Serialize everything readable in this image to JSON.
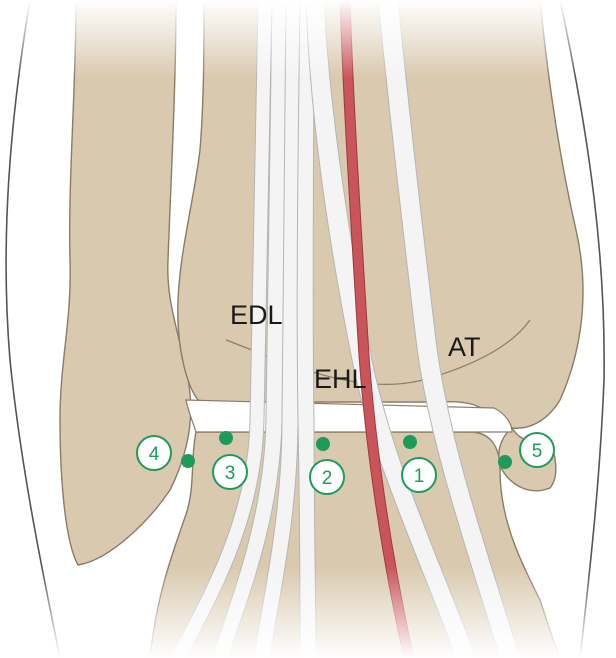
{
  "diagram": {
    "labels": {
      "edl": "EDL",
      "ehl": "EHL",
      "at": "AT"
    },
    "portals": [
      {
        "number": "1"
      },
      {
        "number": "2"
      },
      {
        "number": "3"
      },
      {
        "number": "4"
      },
      {
        "number": "5"
      }
    ]
  },
  "colors": {
    "background": "#ffffff",
    "bone": "#d9c9ae",
    "bone_outline": "#8a7c68",
    "tendon": "#f4f4f4",
    "tendon_outline": "#b5b5b5",
    "artery": "#c9545a",
    "portal_green": "#1e9a5a",
    "skin_outline": "#555555"
  },
  "icons": {
    "portal_marker": "green-dot-icon",
    "portal_number": "circled-number-icon"
  }
}
